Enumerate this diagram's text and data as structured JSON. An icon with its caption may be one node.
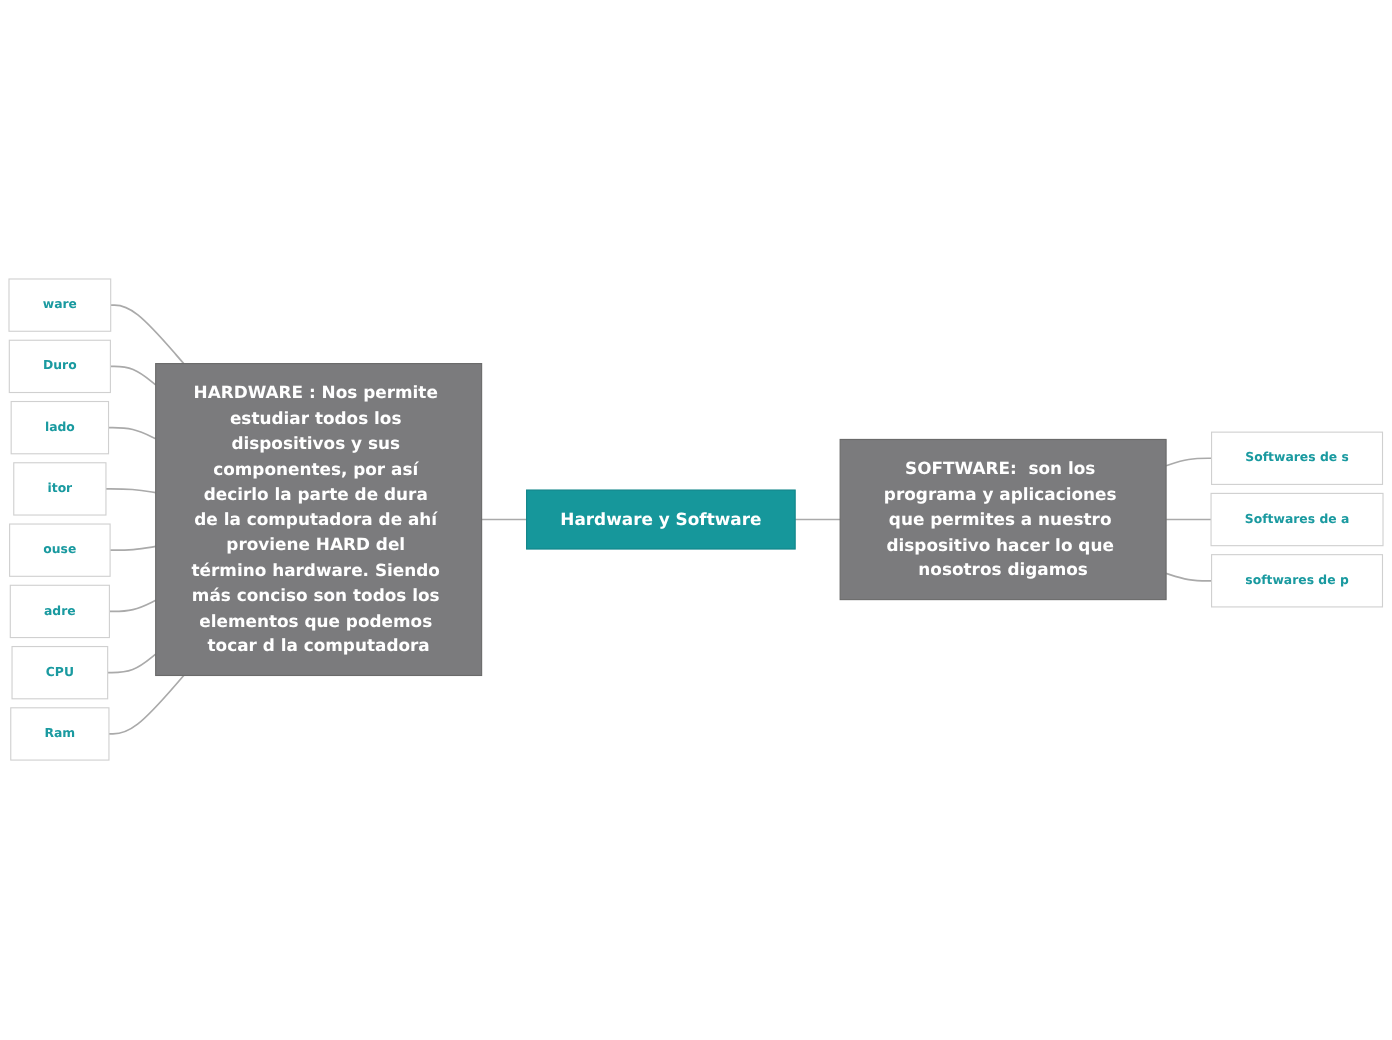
{
  "diagram": {
    "nodes": [
      {
        "text": [
          "Hardware y Software"
        ]
      },
      {
        "text": [
          "HARDWARE : Nos permite estudiar todos los dispositivos y sus componentes, por así decirlo la parte de dura de la computadora de ahí proviene HARD del término hardware. Siendo más conciso son todos los elementos que podemos tocar d la computadora"
        ]
      },
      {
        "text": [
          "SOFTWARE:  son los programa y aplicaciones que permites a nuestro dispositivo hacer lo que nosotros digamos"
        ]
      },
      {
        "text": [
          "ware"
        ]
      },
      {
        "text": [
          "Duro"
        ]
      },
      {
        "text": [
          "lado"
        ]
      },
      {
        "text": [
          "itor"
        ]
      },
      {
        "text": [
          "ouse"
        ]
      },
      {
        "text": [
          "adre"
        ]
      },
      {
        "text": [
          "CPU"
        ]
      },
      {
        "text": [
          "Ram"
        ]
      },
      {
        "text": [
          "Softwares de s"
        ]
      },
      {
        "text": [
          "Softwares de a"
        ]
      },
      {
        "text": [
          "softwares de p"
        ]
      }
    ],
    "edges": [
      {
        "from": 1,
        "to": 0,
        "arrow": "none"
      },
      {
        "from": 0,
        "to": 2,
        "arrow": "none"
      },
      {
        "from": 3,
        "to": 1,
        "arrow": "none"
      },
      {
        "from": 4,
        "to": 1,
        "arrow": "none"
      },
      {
        "from": 5,
        "to": 1,
        "arrow": "none"
      },
      {
        "from": 6,
        "to": 1,
        "arrow": "none"
      },
      {
        "from": 7,
        "to": 1,
        "arrow": "none"
      },
      {
        "from": 8,
        "to": 1,
        "arrow": "none"
      },
      {
        "from": 9,
        "to": 1,
        "arrow": "none"
      },
      {
        "from": 10,
        "to": 1,
        "arrow": "none"
      },
      {
        "from": 2,
        "to": 11,
        "arrow": "none"
      },
      {
        "from": 2,
        "to": 12,
        "arrow": "none"
      },
      {
        "from": 2,
        "to": 13,
        "arrow": "none"
      }
    ]
  }
}
